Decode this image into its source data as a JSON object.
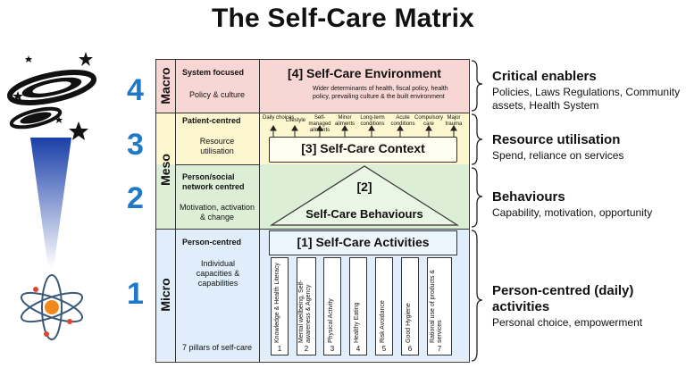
{
  "title": "The Self-Care Matrix",
  "levels": [
    {
      "number": "4",
      "scale": "Macro",
      "focus": "System focused",
      "detail": "Policy & culture"
    },
    {
      "number": "3",
      "scale": "Meso",
      "focus": "Patient-centred",
      "detail": "Resource utilisation"
    },
    {
      "number": "2",
      "scale": "Meso",
      "focus": "Person/social network centred",
      "detail": "Motivation, activation & change"
    },
    {
      "number": "1",
      "scale": "Micro",
      "focus": "Person-centred",
      "detail": "Individual capacities & capabilities",
      "footer": "7 pillars of self-care"
    }
  ],
  "environment": {
    "heading": "[4] Self-Care Environment",
    "body": "Wider determinants of health, fiscal policy, health policy, prevailing culture & the built environment"
  },
  "context": {
    "heading": "[3] Self-Care Context",
    "labels": [
      "Daily choices",
      "Lifestyle",
      "Self-managed ailments",
      "Minor ailments",
      "Long-term conditions",
      "Acute conditions",
      "Compulsory care",
      "Major trauma"
    ]
  },
  "behaviours": {
    "number": "[2]",
    "heading": "Self-Care Behaviours"
  },
  "activities": {
    "heading": "[1] Self-Care Activities",
    "pillars": [
      {
        "label": "Knowledge & Health Literacy",
        "num": "1"
      },
      {
        "label": "Mental wellbeing, Self-awareness & Agency",
        "num": "2"
      },
      {
        "label": "Physical Activity",
        "num": "3"
      },
      {
        "label": "Healthy Eating",
        "num": "4"
      },
      {
        "label": "Risk Avoidance",
        "num": "5"
      },
      {
        "label": "Good Hygiene",
        "num": "6"
      },
      {
        "label": "Rational use of products & services",
        "num": "7"
      }
    ]
  },
  "right_notes": [
    {
      "heading": "Critical enablers",
      "sub": "Policies, Laws Regulations, Community assets, Health System"
    },
    {
      "heading": "Resource utilisation",
      "sub": "Spend, reliance on services"
    },
    {
      "heading": "Behaviours",
      "sub": "Capability, motivation, opportunity"
    },
    {
      "heading": "Person-centred (daily) activities",
      "sub": "Personal choice, empowerment"
    }
  ],
  "colors": {
    "macro": "#f8d6d4",
    "meso_top": "#fdf7cf",
    "meso_bottom": "#dcefd6",
    "micro": "#dfeefa",
    "number_blue": "#1f78c8"
  },
  "icons": [
    "saturn-galaxy-icon",
    "star-icon",
    "telescope-beam-icon",
    "atom-icon"
  ]
}
